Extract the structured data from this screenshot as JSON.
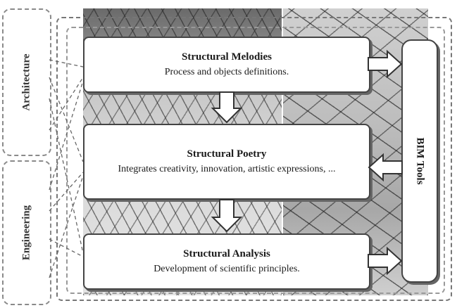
{
  "side_labels": {
    "architecture": "Architecture",
    "engineering": "Engineering"
  },
  "boxes": {
    "melodies": {
      "title": "Structural Melodies",
      "subtitle": "Process and objects definitions."
    },
    "poetry": {
      "title": "Structural Poetry",
      "subtitle": "Integrates creativity, innovation, artistic expressions, ..."
    },
    "analysis": {
      "title": "Structural Analysis",
      "subtitle": "Development of scientific principles."
    }
  },
  "bim": {
    "label": "BIM Tools"
  }
}
